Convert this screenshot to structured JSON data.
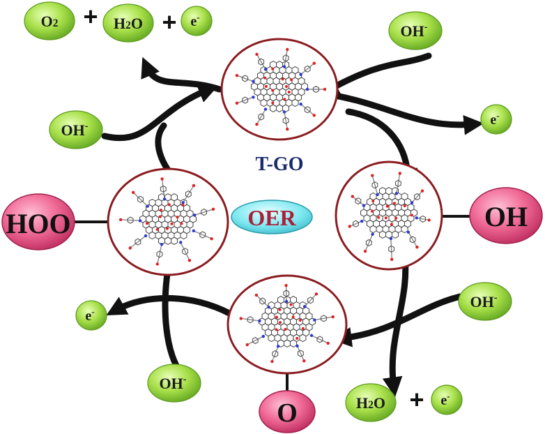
{
  "diagram": {
    "center_label": "OER",
    "catalyst_label": "T-GO",
    "adsorbates": {
      "left": "HOO",
      "right": "OH",
      "bottom": "O"
    },
    "reactants": {
      "oh_minus": "OH",
      "minus_sup": "-"
    },
    "products": {
      "o2": "O",
      "o2_sub": "2",
      "h2o_h": "H",
      "h2o_sub": "2",
      "h2o_o": "O",
      "electron": "e",
      "electron_sup": "-",
      "plus": "+"
    },
    "colors": {
      "green_bubble": "#a8e04a",
      "green_bubble_edge": "#5d9a1f",
      "pink_bubble": "#f06a96",
      "pink_bubble_edge": "#a0204c",
      "oer_ellipse": "#7fe8f0",
      "oer_text": "#a8203a",
      "tgo_text": "#1a2a6a",
      "ring": "#8a1c20",
      "arrow": "#111111",
      "carbon": "#444444",
      "oxygen": "#e02020",
      "nitrogen": "#2a3ad0"
    }
  }
}
